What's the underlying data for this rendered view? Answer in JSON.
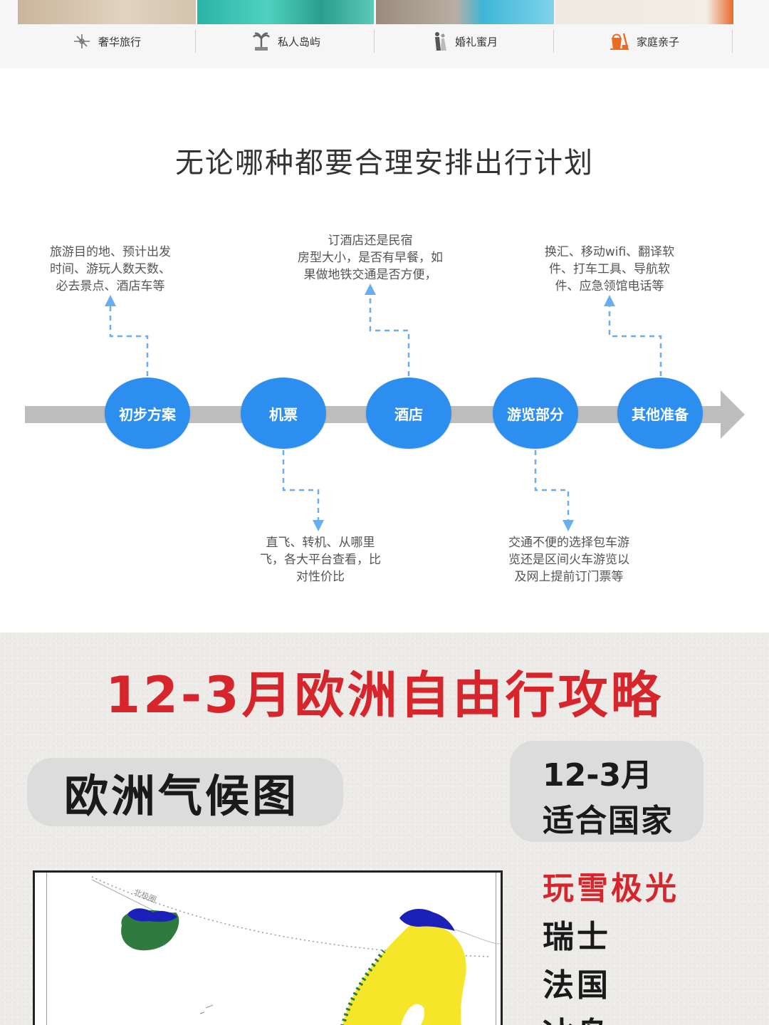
{
  "categories": [
    {
      "label": "奢华旅行",
      "icon": "propeller-plane-icon"
    },
    {
      "label": "私人岛屿",
      "icon": "palm-island-icon"
    },
    {
      "label": "婚礼蜜月",
      "icon": "couple-icon"
    },
    {
      "label": "家庭亲子",
      "icon": "bucket-spade-icon"
    }
  ],
  "plan": {
    "title": "无论哪种都要合理安排出行计划",
    "steps": [
      {
        "label": "初步方案",
        "desc": [
          "旅游目的地、预计出发",
          "时间、游玩人数天数、",
          "必去景点、酒店车等"
        ]
      },
      {
        "label": "机票",
        "desc": [
          "直飞、转机、从哪里",
          "飞，各大平台查看，比",
          "对性价比"
        ]
      },
      {
        "label": "酒店",
        "desc": [
          "订酒店还是民宿",
          "房型大小，是否有早餐，如",
          "果做地铁交通是否方便，"
        ]
      },
      {
        "label": "游览部分",
        "desc": [
          "交通不便的选择包车游",
          "览还是区间火车游览以",
          "及网上提前订门票等"
        ]
      },
      {
        "label": "其他准备",
        "desc": [
          "换汇、移动wifi、翻译软",
          "件、打车工具、导航软",
          "件、应急领馆电话等"
        ]
      }
    ],
    "colors": {
      "node": "#2c8ff0",
      "arrow": "#bdbdbd",
      "dash": "#6aaef0"
    }
  },
  "europe": {
    "title": "12-3月欧洲自由行攻略",
    "climate_label": "欧洲气候图",
    "season_line1": "12-3月",
    "season_line2": "适合国家",
    "map_label": "北极圈",
    "countries": [
      {
        "name": "玩雪极光",
        "highlight": true
      },
      {
        "name": "瑞士",
        "highlight": false
      },
      {
        "name": "法国",
        "highlight": false
      },
      {
        "name": "冰岛",
        "highlight": false
      }
    ],
    "colors": {
      "title": "#d6262c",
      "highlight": "#d6262c"
    }
  }
}
